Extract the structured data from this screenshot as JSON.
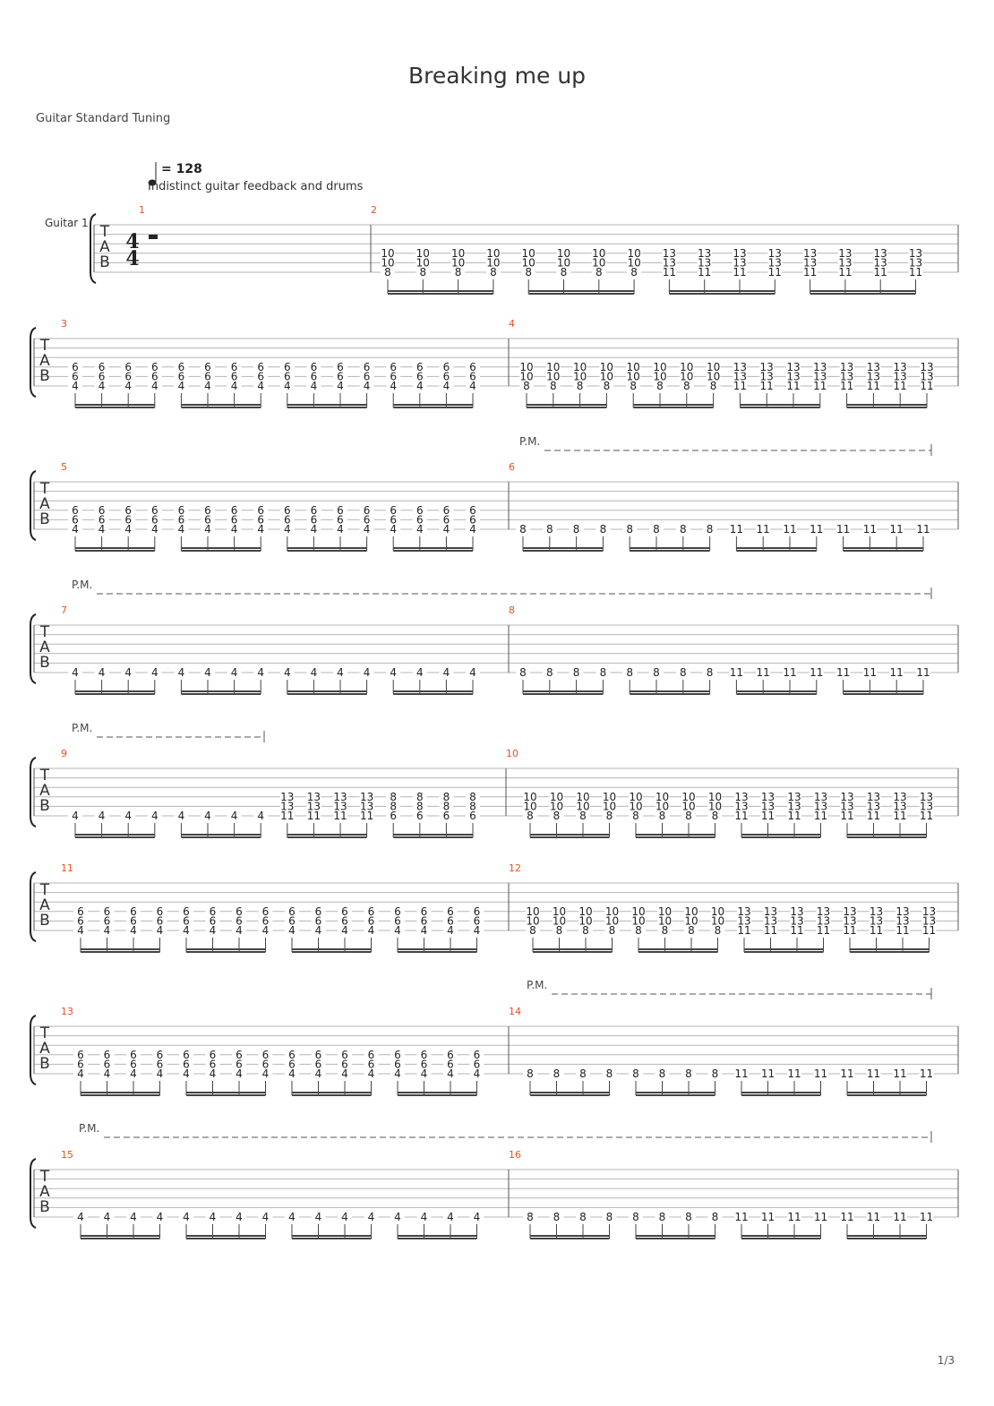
{
  "title": "Breaking me up",
  "tuning_label": "Guitar Standard Tuning",
  "track_name": "Guitar 1",
  "tempo": "= 128",
  "tempo_annotation": "Indistinct guitar feedback and drums",
  "time_signature": {
    "top": "4",
    "bottom": "4"
  },
  "tab_clef": [
    "T",
    "A",
    "B"
  ],
  "palm_mute_label": "P.M.",
  "page_number": "1/3",
  "colors": {
    "measure_number": "#e8501e",
    "staff_line": "#b5b5b5",
    "text": "#222222"
  },
  "chords": {
    "A": {
      "frets": [
        "6",
        "6",
        "4"
      ],
      "strings": [
        3,
        4,
        5
      ]
    },
    "C": {
      "frets": [
        "10",
        "10",
        "8"
      ],
      "strings": [
        3,
        4,
        5
      ]
    },
    "D": {
      "frets": [
        "13",
        "13",
        "11"
      ],
      "strings": [
        3,
        4,
        5
      ]
    },
    "Cb": {
      "frets": [
        "8",
        "8",
        "6"
      ],
      "strings": [
        3,
        4,
        5
      ]
    },
    "F8": {
      "frets": [
        "8"
      ],
      "strings": [
        5
      ]
    },
    "F11": {
      "frets": [
        "11"
      ],
      "strings": [
        5
      ]
    },
    "F4": {
      "frets": [
        "4"
      ],
      "strings": [
        5
      ]
    }
  },
  "measures": [
    {
      "number": "1",
      "rest": true
    },
    {
      "number": "2",
      "pattern": [
        "C",
        "C",
        "C",
        "C",
        "C",
        "C",
        "C",
        "C",
        "D",
        "D",
        "D",
        "D",
        "D",
        "D",
        "D",
        "D"
      ]
    },
    {
      "number": "3",
      "pattern": [
        "A",
        "A",
        "A",
        "A",
        "A",
        "A",
        "A",
        "A",
        "A",
        "A",
        "A",
        "A",
        "A",
        "A",
        "A",
        "A"
      ]
    },
    {
      "number": "4",
      "pattern": [
        "C",
        "C",
        "C",
        "C",
        "C",
        "C",
        "C",
        "C",
        "D",
        "D",
        "D",
        "D",
        "D",
        "D",
        "D",
        "D"
      ]
    },
    {
      "number": "5",
      "pattern": [
        "A",
        "A",
        "A",
        "A",
        "A",
        "A",
        "A",
        "A",
        "A",
        "A",
        "A",
        "A",
        "A",
        "A",
        "A",
        "A"
      ]
    },
    {
      "number": "6",
      "pattern": [
        "F8",
        "F8",
        "F8",
        "F8",
        "F8",
        "F8",
        "F8",
        "F8",
        "F11",
        "F11",
        "F11",
        "F11",
        "F11",
        "F11",
        "F11",
        "F11"
      ]
    },
    {
      "number": "7",
      "pattern": [
        "F4",
        "F4",
        "F4",
        "F4",
        "F4",
        "F4",
        "F4",
        "F4",
        "F4",
        "F4",
        "F4",
        "F4",
        "F4",
        "F4",
        "F4",
        "F4"
      ]
    },
    {
      "number": "8",
      "pattern": [
        "F8",
        "F8",
        "F8",
        "F8",
        "F8",
        "F8",
        "F8",
        "F8",
        "F11",
        "F11",
        "F11",
        "F11",
        "F11",
        "F11",
        "F11",
        "F11"
      ]
    },
    {
      "number": "9",
      "pattern": [
        "F4",
        "F4",
        "F4",
        "F4",
        "F4",
        "F4",
        "F4",
        "F4",
        "D",
        "D",
        "D",
        "D",
        "Cb",
        "Cb",
        "Cb",
        "Cb"
      ]
    },
    {
      "number": "10",
      "pattern": [
        "C",
        "C",
        "C",
        "C",
        "C",
        "C",
        "C",
        "C",
        "D",
        "D",
        "D",
        "D",
        "D",
        "D",
        "D",
        "D"
      ]
    },
    {
      "number": "11",
      "pattern": [
        "A",
        "A",
        "A",
        "A",
        "A",
        "A",
        "A",
        "A",
        "A",
        "A",
        "A",
        "A",
        "A",
        "A",
        "A",
        "A"
      ]
    },
    {
      "number": "12",
      "pattern": [
        "C",
        "C",
        "C",
        "C",
        "C",
        "C",
        "C",
        "C",
        "D",
        "D",
        "D",
        "D",
        "D",
        "D",
        "D",
        "D"
      ]
    },
    {
      "number": "13",
      "pattern": [
        "A",
        "A",
        "A",
        "A",
        "A",
        "A",
        "A",
        "A",
        "A",
        "A",
        "A",
        "A",
        "A",
        "A",
        "A",
        "A"
      ]
    },
    {
      "number": "14",
      "pattern": [
        "F8",
        "F8",
        "F8",
        "F8",
        "F8",
        "F8",
        "F8",
        "F8",
        "F11",
        "F11",
        "F11",
        "F11",
        "F11",
        "F11",
        "F11",
        "F11"
      ]
    },
    {
      "number": "15",
      "pattern": [
        "F4",
        "F4",
        "F4",
        "F4",
        "F4",
        "F4",
        "F4",
        "F4",
        "F4",
        "F4",
        "F4",
        "F4",
        "F4",
        "F4",
        "F4",
        "F4"
      ]
    },
    {
      "number": "16",
      "pattern": [
        "F8",
        "F8",
        "F8",
        "F8",
        "F8",
        "F8",
        "F8",
        "F8",
        "F11",
        "F11",
        "F11",
        "F11",
        "F11",
        "F11",
        "F11",
        "F11"
      ]
    }
  ],
  "systems": [
    {
      "measures": [
        "1",
        "2"
      ],
      "palm_mute": null
    },
    {
      "measures": [
        "3",
        "4"
      ],
      "palm_mute": null
    },
    {
      "measures": [
        "5",
        "6"
      ],
      "palm_mute": "measure 6"
    },
    {
      "measures": [
        "7",
        "8"
      ],
      "palm_mute": "measures 7-8"
    },
    {
      "measures": [
        "9",
        "10"
      ],
      "palm_mute": "measure 9, first half"
    },
    {
      "measures": [
        "11",
        "12"
      ],
      "palm_mute": null
    },
    {
      "measures": [
        "13",
        "14"
      ],
      "palm_mute": "measure 14"
    },
    {
      "measures": [
        "15",
        "16"
      ],
      "palm_mute": "measures 15-16"
    }
  ]
}
